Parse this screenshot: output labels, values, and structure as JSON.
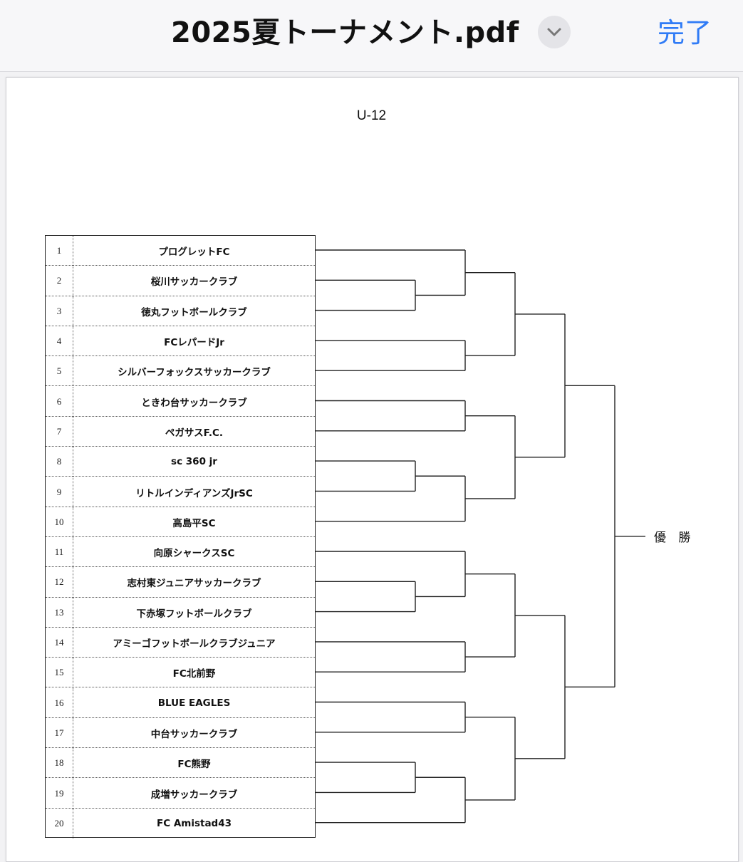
{
  "toolbar": {
    "title": "2025夏トーナメント.pdf",
    "done_label": "完了"
  },
  "document": {
    "category": "U-12",
    "champion_label": "優 勝",
    "teams": [
      {
        "num": "1",
        "name": "プログレットFC"
      },
      {
        "num": "2",
        "name": "桜川サッカークラブ"
      },
      {
        "num": "3",
        "name": "徳丸フットボールクラブ"
      },
      {
        "num": "4",
        "name": "FCレパードJr"
      },
      {
        "num": "5",
        "name": "シルバーフォックスサッカークラブ"
      },
      {
        "num": "6",
        "name": "ときわ台サッカークラブ"
      },
      {
        "num": "7",
        "name": "ペガサスF.C."
      },
      {
        "num": "8",
        "name": "sc 360 jr"
      },
      {
        "num": "9",
        "name": "リトルインディアンズJrSC"
      },
      {
        "num": "10",
        "name": "高島平SC"
      },
      {
        "num": "11",
        "name": "向原シャークスSC"
      },
      {
        "num": "12",
        "name": "志村東ジュニアサッカークラブ"
      },
      {
        "num": "13",
        "name": "下赤塚フットボールクラブ"
      },
      {
        "num": "14",
        "name": "アミーゴフットボールクラブジュニア"
      },
      {
        "num": "15",
        "name": "FC北前野"
      },
      {
        "num": "16",
        "name": "BLUE EAGLES"
      },
      {
        "num": "17",
        "name": "中台サッカークラブ"
      },
      {
        "num": "18",
        "name": "FC熊野"
      },
      {
        "num": "19",
        "name": "成増サッカークラブ"
      },
      {
        "num": "20",
        "name": "FC Amistad43"
      }
    ]
  },
  "colors": {
    "accent": "#2f7bf6",
    "toolbar_bg": "#f7f7f9",
    "line": "#222222"
  }
}
